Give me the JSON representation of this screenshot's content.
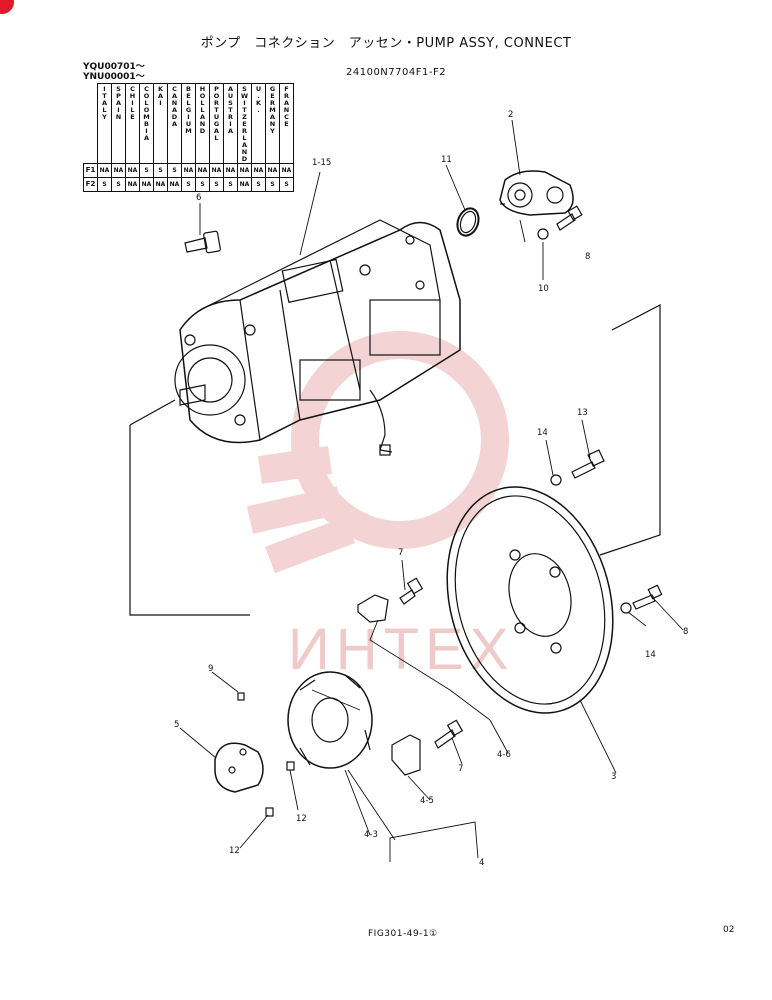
{
  "header": {
    "title": "ポンプ　コネクション　アッセン・PUMP ASSY, CONNECT",
    "part_number": "24100N7704F1-F2",
    "serial_1": "YQU00701～",
    "serial_2": "YNU00001～"
  },
  "market_table": {
    "countries": [
      "ITALY",
      "SPAIN",
      "CHILE",
      "COLOMBIA",
      "KAI",
      "CANADA",
      "BELGIUM",
      "HOLLAND",
      "PORTUGAL",
      "AUSTRIA",
      "SWITZER LAND",
      "U.K.",
      "GERMANY",
      "FRANCE"
    ],
    "rows": [
      {
        "label": "F1",
        "cells": [
          "NA",
          "NA",
          "NA",
          "S",
          "S",
          "S",
          "NA",
          "NA",
          "NA",
          "NA",
          "NA",
          "NA",
          "NA",
          "NA"
        ]
      },
      {
        "label": "F2",
        "cells": [
          "S",
          "S",
          "NA",
          "NA",
          "NA",
          "NA",
          "S",
          "S",
          "S",
          "S",
          "NA",
          "S",
          "S",
          "S"
        ]
      }
    ]
  },
  "callouts": {
    "c1_15": "1-15",
    "c2": "2",
    "c3": "3",
    "c4": "4",
    "c4_3": "4-3",
    "c4_5": "4-5",
    "c4_6": "4-6",
    "c5": "5",
    "c6": "6",
    "c7a": "7",
    "c7b": "7",
    "c8a": "8",
    "c8b": "8",
    "c9": "9",
    "c10": "10",
    "c11": "11",
    "c12a": "12",
    "c12b": "12",
    "c13": "13",
    "c14a": "14",
    "c14b": "14"
  },
  "footer": {
    "figure": "FIG301-49-1①",
    "page": "02"
  },
  "watermark": "ИНТЕХ",
  "colors": {
    "ink": "#111111",
    "watermark": "#f0c9c9",
    "mark": "#e01a2b"
  }
}
